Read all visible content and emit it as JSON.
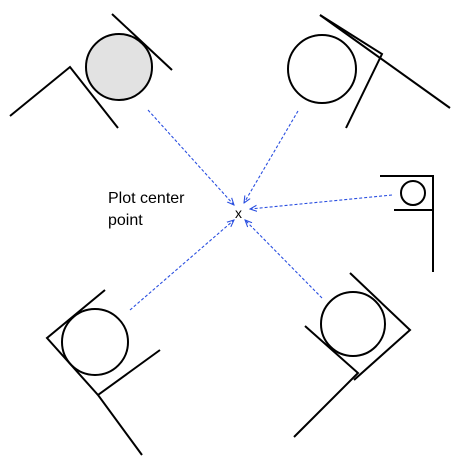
{
  "diagram": {
    "center_label_line1": "Plot center",
    "center_label_line2": "point",
    "center_marker": "x",
    "colors": {
      "arrow": "#2a4fe0",
      "stroke": "#000000",
      "shaded_tree_fill": "#e2e2e2",
      "tree_fill": "#ffffff"
    },
    "camera_traps": [
      {
        "name": "trap-top-left",
        "tree_shaded": true
      },
      {
        "name": "trap-top-right",
        "tree_shaded": false
      },
      {
        "name": "trap-right",
        "tree_shaded": false
      },
      {
        "name": "trap-bottom-right",
        "tree_shaded": false
      },
      {
        "name": "trap-bottom-left",
        "tree_shaded": false
      }
    ]
  }
}
